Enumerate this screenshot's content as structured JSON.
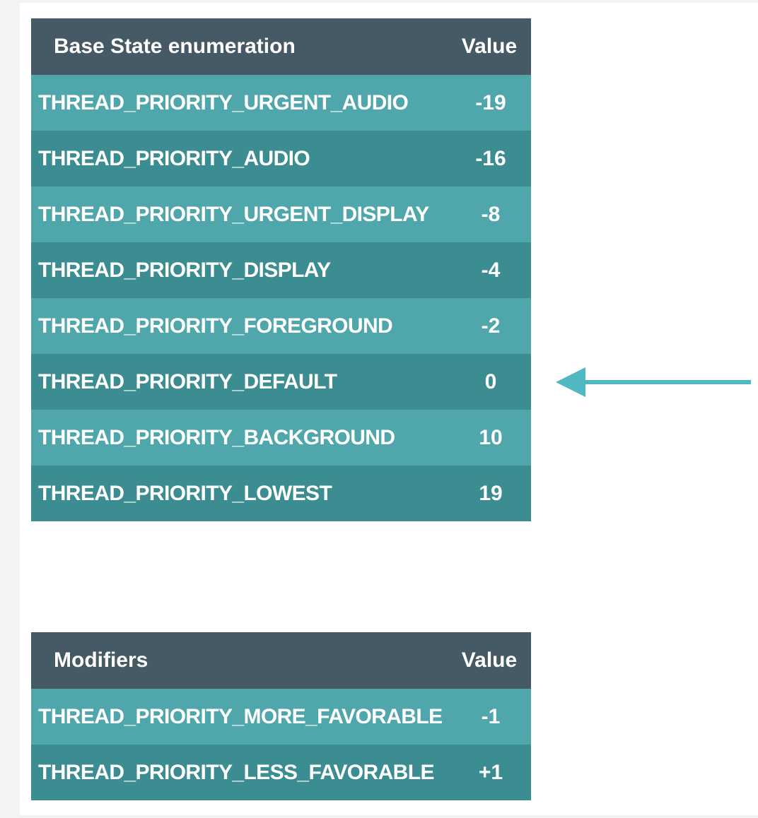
{
  "base_table": {
    "header": {
      "name": "Base State enumeration",
      "value": "Value"
    },
    "rows": [
      {
        "name": "THREAD_PRIORITY_URGENT_AUDIO",
        "value": "-19"
      },
      {
        "name": "THREAD_PRIORITY_AUDIO",
        "value": "-16"
      },
      {
        "name": "THREAD_PRIORITY_URGENT_DISPLAY",
        "value": "-8"
      },
      {
        "name": "THREAD_PRIORITY_DISPLAY",
        "value": "-4"
      },
      {
        "name": "THREAD_PRIORITY_FOREGROUND",
        "value": "-2"
      },
      {
        "name": "THREAD_PRIORITY_DEFAULT",
        "value": "0"
      },
      {
        "name": "THREAD_PRIORITY_BACKGROUND",
        "value": "10"
      },
      {
        "name": "THREAD_PRIORITY_LOWEST",
        "value": "19"
      }
    ]
  },
  "modifiers_table": {
    "header": {
      "name": "Modifiers",
      "value": "Value"
    },
    "rows": [
      {
        "name": "THREAD_PRIORITY_MORE_FAVORABLE",
        "value": "-1"
      },
      {
        "name": "THREAD_PRIORITY_LESS_FAVORABLE",
        "value": "+1"
      }
    ]
  },
  "annotation": {
    "icon": "left-arrow-icon",
    "points_to_row": "THREAD_PRIORITY_DEFAULT",
    "color": "#4fb8c3"
  },
  "colors": {
    "header": "#455a64",
    "row_light": "#4fa6ab",
    "row_dark": "#3c8d91",
    "text": "#ffffff"
  }
}
